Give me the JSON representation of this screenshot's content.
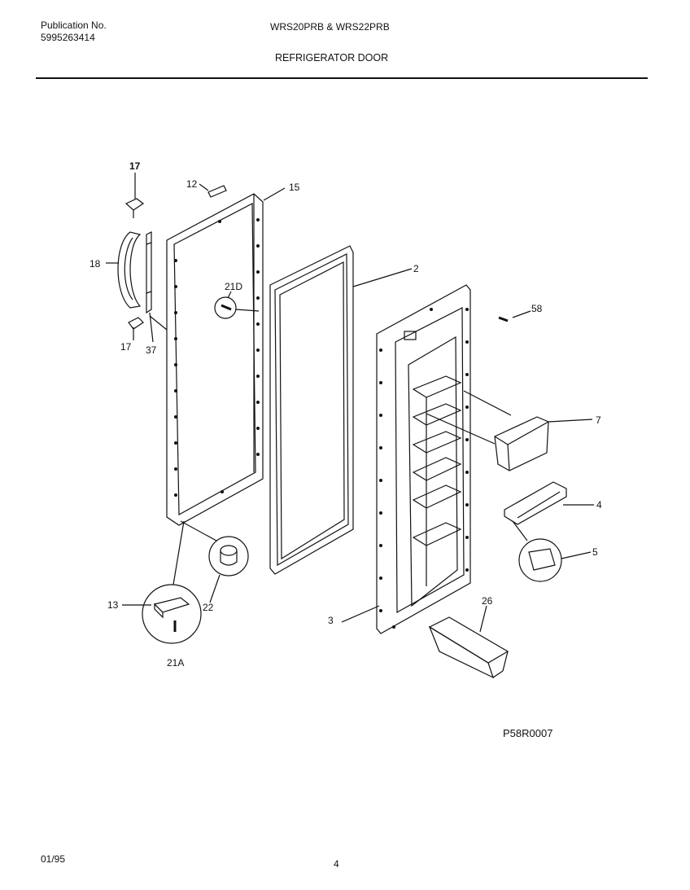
{
  "header": {
    "publication_label": "Publication No.",
    "publication_number": "5995263414",
    "model": "WRS20PRB & WRS22PRB",
    "section_title": "REFRIGERATOR DOOR"
  },
  "callouts": {
    "c17a": "17",
    "c12": "12",
    "c15": "15",
    "c18": "18",
    "c21d": "21D",
    "c2": "2",
    "c17b": "17",
    "c37": "37",
    "c58": "58",
    "c7": "7",
    "c4": "4",
    "c5": "5",
    "c13": "13",
    "c22": "22",
    "c21a": "21A",
    "c3": "3",
    "c26": "26"
  },
  "figure_code": "P58R0007",
  "footer": {
    "date": "01/95",
    "page": "4"
  }
}
